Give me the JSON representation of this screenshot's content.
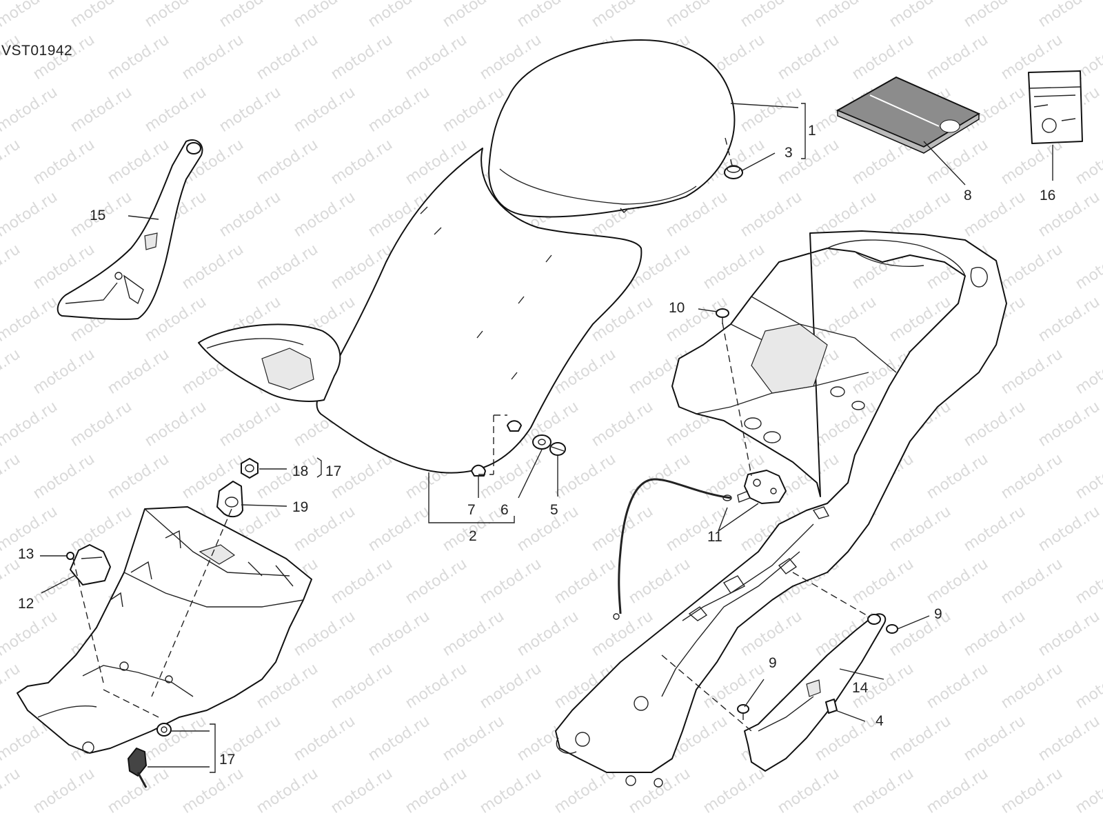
{
  "drawing": {
    "code": "VST01942",
    "watermark": "motod.ru"
  },
  "callouts": {
    "c1": "1",
    "c2": "2",
    "c3": "3",
    "c4": "4",
    "c5": "5",
    "c6": "6",
    "c7": "7",
    "c8": "8",
    "c9a": "9",
    "c9b": "9",
    "c10": "10",
    "c11": "11",
    "c12": "12",
    "c13": "13",
    "c14": "14",
    "c15": "15",
    "c16": "16",
    "c17a": "17",
    "c17b": "17",
    "c18": "18",
    "c19": "19"
  },
  "colors": {
    "line": "#111111",
    "watermark": "#d9d9d9",
    "manual_cover": "#8c8c8c"
  }
}
